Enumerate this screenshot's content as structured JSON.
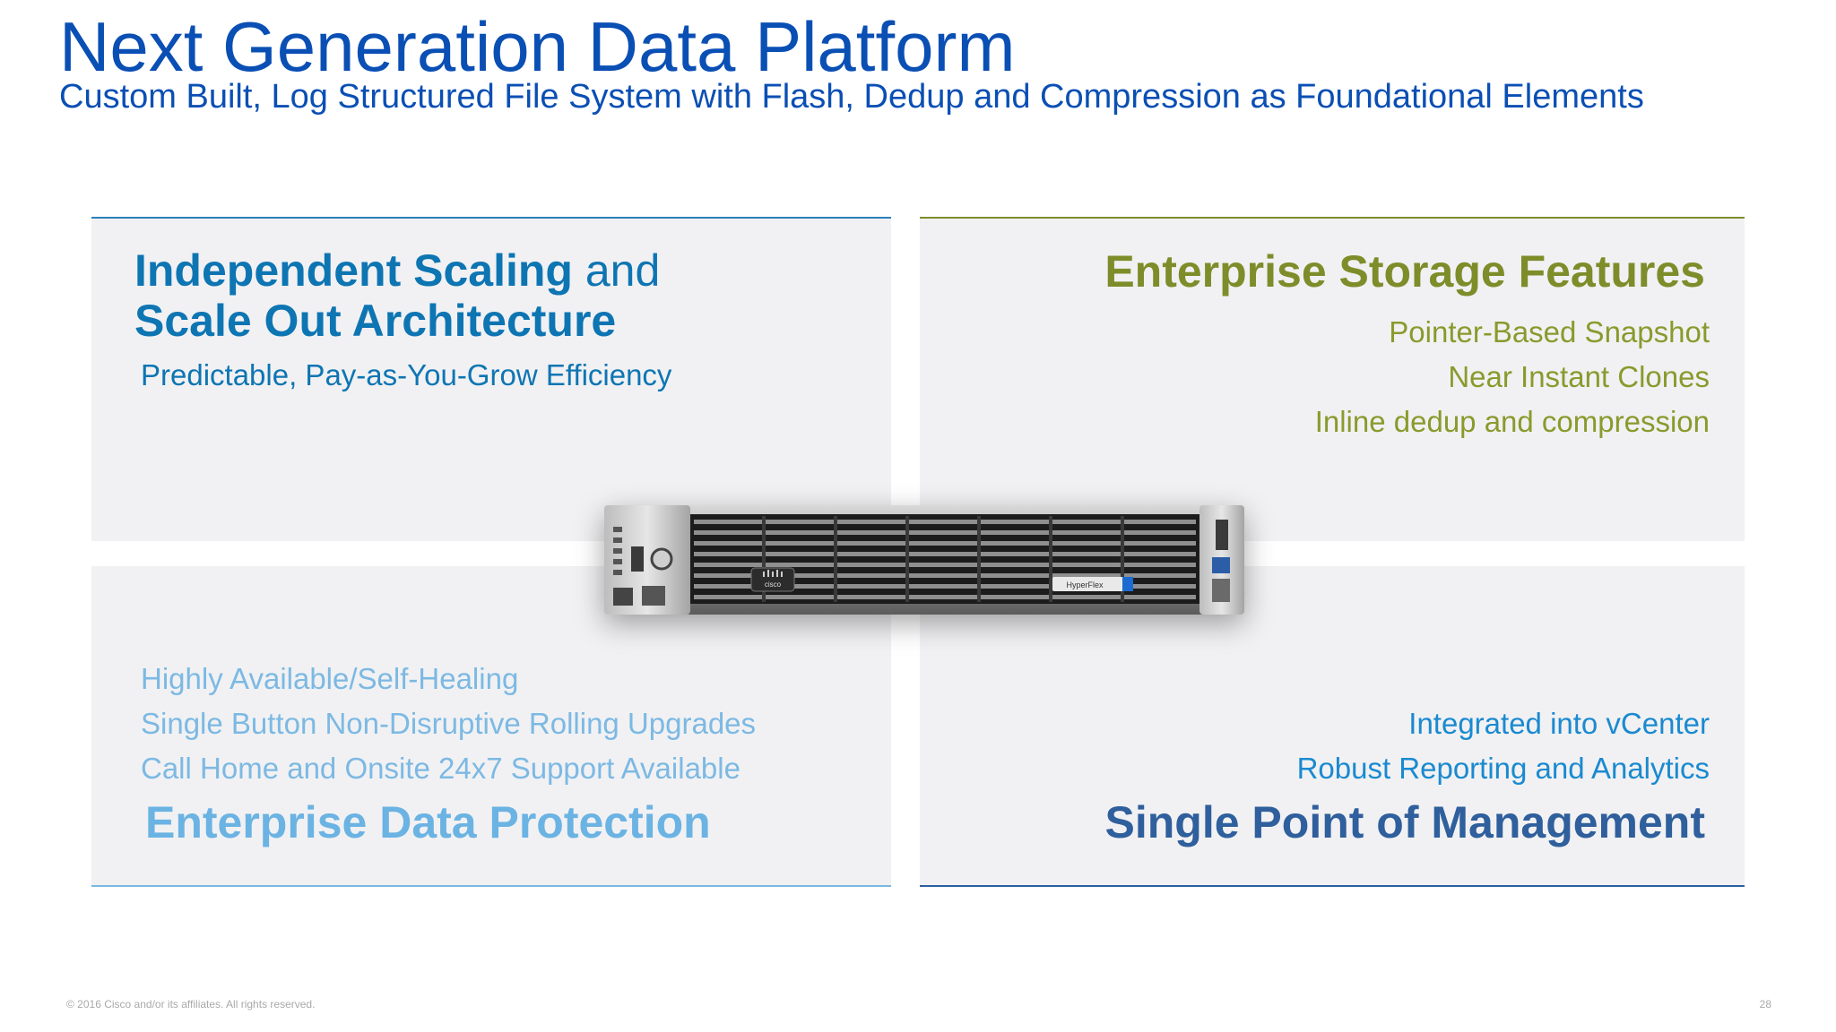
{
  "slide": {
    "title": "Next Generation Data Platform",
    "subtitle": "Custom Built, Log Structured File System with Flash, Dedup and Compression as Foundational Elements"
  },
  "top_left": {
    "heading_bold_1": "Independent Scaling",
    "heading_plain": " and",
    "heading_bold_2": "Scale Out Architecture",
    "subtext": "Predictable, Pay-as-You-Grow Efficiency"
  },
  "top_right": {
    "heading": "Enterprise Storage Features",
    "items": [
      "Pointer-Based Snapshot",
      "Near Instant Clones",
      "Inline dedup and compression"
    ]
  },
  "bottom_left": {
    "items": [
      "Highly Available/Self-Healing",
      "Single Button Non-Disruptive Rolling Upgrades",
      "Call Home and Onsite 24x7 Support Available"
    ],
    "heading": "Enterprise Data Protection"
  },
  "bottom_right": {
    "items": [
      "Integrated into vCenter",
      "Robust Reporting and Analytics"
    ],
    "heading": "Single Point of Management"
  },
  "server": {
    "brand": "cisco",
    "badge": "HyperFlex"
  },
  "footer": {
    "copyright": "© 2016 Cisco and/or its affiliates. All rights reserved.",
    "page_number": "28"
  },
  "colors": {
    "title_blue": "#0a4fb4",
    "scaling_blue": "#0e75b3",
    "storage_olive": "#7e8d2a",
    "protection_light_blue": "#6bb3e3",
    "management_blue": "#2f5f9c",
    "panel_bg": "#f1f1f3"
  }
}
